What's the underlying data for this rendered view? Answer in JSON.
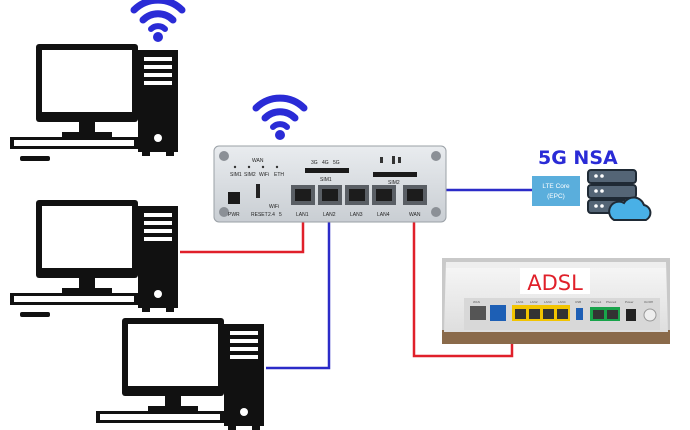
{
  "title_5g": "5G NSA",
  "lte_core": {
    "line1": "LTE Core",
    "line2": "(EPC)"
  },
  "modem": {
    "label": "ADSL",
    "port_labels": [
      "WAN",
      "LAN1",
      "LAN2",
      "LAN3",
      "LAN4",
      "USB",
      "Phone1",
      "Phone2",
      "Power",
      "On/Off"
    ]
  },
  "router": {
    "top_labels": [
      "WAN",
      "SIM1",
      "SIM2",
      "WiFi",
      "ETH"
    ],
    "signal_labels": [
      "3G",
      "4G",
      "5G"
    ],
    "sim_labels": [
      "SIM1",
      "SIM2"
    ],
    "bottom_labels": [
      "PWR",
      "RESET",
      "2.4",
      "5",
      "WiFi"
    ],
    "port_labels": [
      "LAN1",
      "LAN2",
      "LAN3",
      "LAN4",
      "WAN"
    ]
  },
  "colors": {
    "red_link": "#e0202a",
    "blue_link": "#2b2bc8",
    "wifi": "#2a2bd6",
    "lte_box": "#5aaedc"
  },
  "icons": [
    "desktop-computer-icon",
    "wifi-icon",
    "server-cloud-icon",
    "router-icon",
    "adsl-modem-icon"
  ]
}
